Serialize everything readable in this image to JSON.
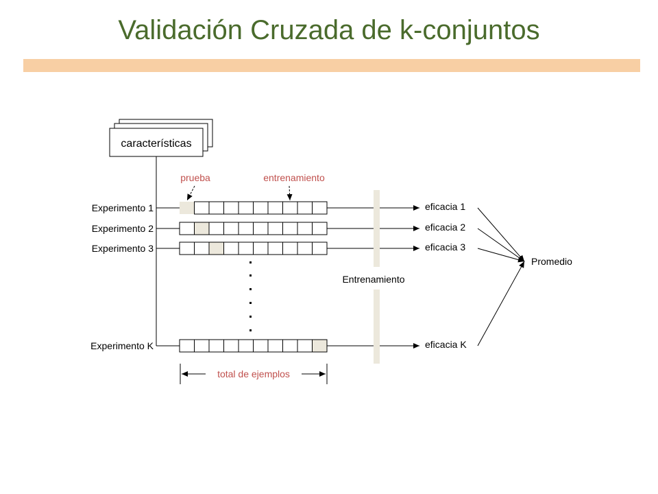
{
  "slide": {
    "title": "Validación Cruzada de k-conjuntos"
  },
  "diagram": {
    "features_label": "características",
    "test_label": "prueba",
    "training_label": "entrenamiento",
    "training_block_label": "Entrenamiento",
    "total_label": "total de ejemplos",
    "average_label": "Promedio",
    "experiments": [
      {
        "label": "Experimento 1",
        "accuracy": "eficacia 1",
        "test_cell": 1
      },
      {
        "label": "Experimento 2",
        "accuracy": "eficacia 2",
        "test_cell": 2
      },
      {
        "label": "Experimento 3",
        "accuracy": "eficacia 3",
        "test_cell": 3
      },
      {
        "label": "Experimento K",
        "accuracy": "eficacia K",
        "test_cell": 10
      }
    ],
    "cells_per_row": 10,
    "colors": {
      "title": "#4a6b2c",
      "title_bar": "#f8cfa4",
      "annotation": "#c0504d",
      "test_fill": "#ece8dc",
      "separator": "#ece8dc"
    }
  }
}
